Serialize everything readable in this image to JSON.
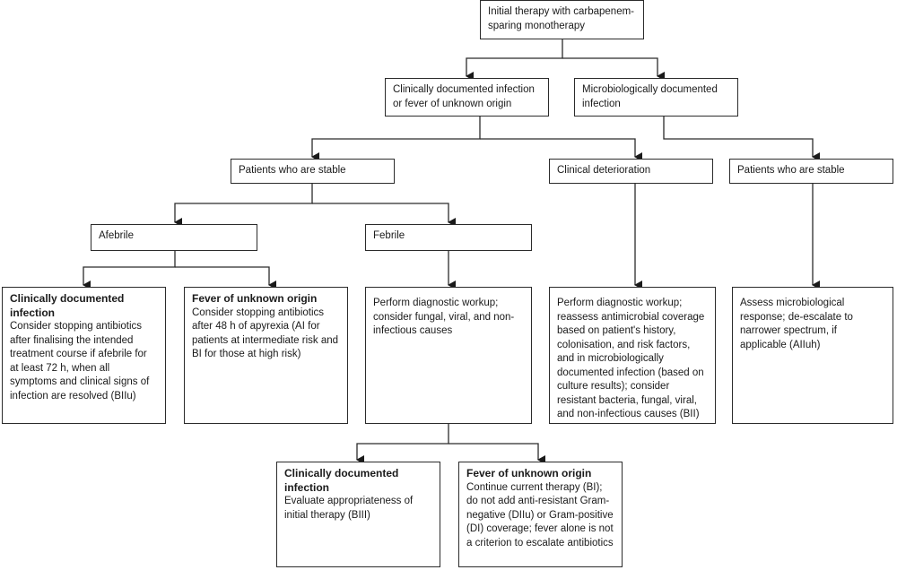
{
  "nodes": {
    "root": "Initial therapy with carbapenem-sparing monotherapy",
    "clinical": "Clinically documented infection or fever of unknown origin",
    "micro": "Microbiologically documented infection",
    "stable_left": "Patients who are stable",
    "deterioration": "Clinical deterioration",
    "stable_right": "Patients who are stable",
    "afebrile": "Afebrile",
    "febrile": "Febrile",
    "afeb_cdi": {
      "heading": "Clinically documented infection",
      "text": "Consider stopping antibiotics after finalising the intended treatment course if afebrile for at least 72 h, when all symptoms and clinical signs of infection are resolved (BIIu)"
    },
    "afeb_fuo": {
      "heading": "Fever of unknown origin",
      "text": "Consider stopping antibiotics after 48 h of apyrexia (AI for patients at intermediate risk and BI for those at high risk)"
    },
    "febrile_workup": "Perform diagnostic workup; consider fungal, viral, and non-infectious causes",
    "deterioration_workup": "Perform diagnostic workup; reassess antimicrobial coverage based on patient's history, colonisation, and risk factors, and in microbiologically documented infection (based on culture results); consider resistant bacteria, fungal, viral, and non-infectious causes (BII)",
    "stable_right_action": "Assess microbiological response; de-escalate to narrower spectrum, if applicable (AIIuh)",
    "feb_cdi": {
      "heading": "Clinically documented infection",
      "text": "Evaluate appropriateness of initial therapy (BIII)"
    },
    "feb_fuo": {
      "heading": "Fever of unknown origin",
      "text": "Continue current therapy (BI); do not add anti-resistant Gram-negative (DIIu) or Gram-positive (DI) coverage; fever alone is not a criterion to escalate antibiotics"
    }
  }
}
